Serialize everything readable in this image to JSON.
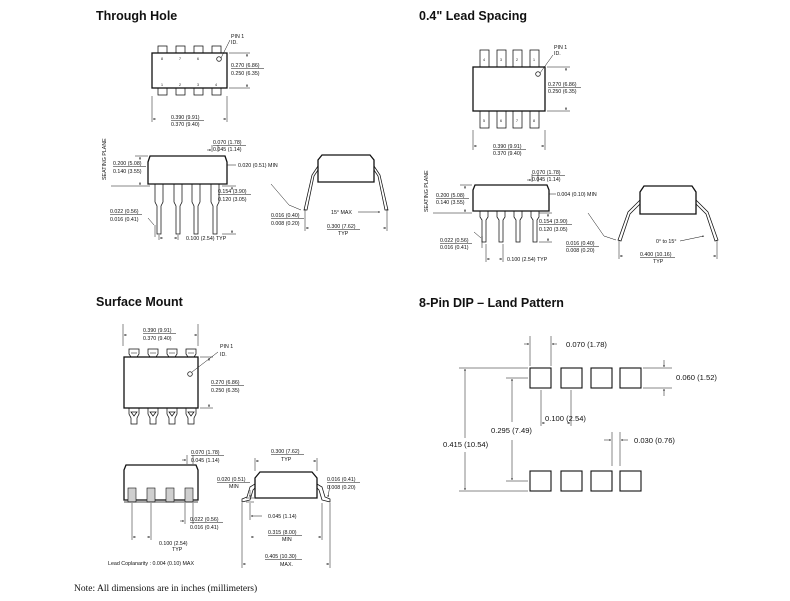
{
  "through_hole": {
    "title": "Through Hole",
    "pin1": [
      "PIN 1",
      "ID."
    ],
    "width": [
      "0.270 (6.86)",
      "0.250 (6.35)"
    ],
    "length": [
      "0.390 (9.91)",
      "0.370 (9.40)"
    ],
    "seating_plane": "SEATING PLANE",
    "height": [
      "0.200 (5.08)",
      "0.140 (3.55)"
    ],
    "shoulder": [
      "0.070 (1.78)",
      "0.045 (1.14)"
    ],
    "standoff": "0.020 (0.51) MIN",
    "lead_length": [
      "0.154 (3.90)",
      "0.120 (3.05)"
    ],
    "lead_width": [
      "0.022 (0.56)",
      "0.016 (0.41)"
    ],
    "pitch": "0.100 (2.54) TYP",
    "lead_thickness": [
      "0.016 (0.40)",
      "0.008 (0.20)"
    ],
    "row_spacing": [
      "0.300 (7.62)",
      "TYP"
    ],
    "angle": "15° MAX",
    "pin_numbers_top": [
      "8",
      "7",
      "6",
      "5"
    ],
    "pin_numbers_bottom": [
      "1",
      "2",
      "3",
      "4"
    ]
  },
  "lead_spacing": {
    "title": "0.4\" Lead Spacing",
    "pin1": [
      "PIN 1",
      "ID."
    ],
    "width": [
      "0.270 (6.86)",
      "0.250 (6.35)"
    ],
    "length": [
      "0.390 (9.91)",
      "0.370 (9.40)"
    ],
    "seating_plane": "SEATING PLANE",
    "height": [
      "0.200 (5.08)",
      "0.140 (3.55)"
    ],
    "shoulder": [
      "0.070 (1.78)",
      "0.045 (1.14)"
    ],
    "standoff": "0.004 (0.10) MIN",
    "lead_length": [
      "0.154 (3.90)",
      "0.120 (3.05)"
    ],
    "lead_width": [
      "0.022 (0.56)",
      "0.016 (0.41)"
    ],
    "pitch": "0.100 (2.54) TYP",
    "lead_thickness": [
      "0.016 (0.40)",
      "0.008 (0.20)"
    ],
    "row_spacing": [
      "0.400 (10.16)",
      "TYP"
    ],
    "angle": "0° to 15°",
    "pin_numbers_top": [
      "4",
      "3",
      "2",
      "1"
    ],
    "pin_numbers_bottom": [
      "5",
      "6",
      "7",
      "8"
    ]
  },
  "surface_mount": {
    "title": "Surface Mount",
    "length": [
      "0.390 (9.91)",
      "0.370 (9.40)"
    ],
    "pin1": [
      "PIN 1",
      "ID."
    ],
    "width": [
      "0.270 (6.86)",
      "0.250 (6.35)"
    ],
    "shoulder": [
      "0.070 (1.78)",
      "0.045 (1.14)"
    ],
    "lead_width": [
      "0.022 (0.56)",
      "0.016 (0.41)"
    ],
    "pitch": [
      "0.100 (2.54)",
      "TYP"
    ],
    "coplanarity": "Lead Coplanarity : 0.004 (0.10) MAX",
    "row_spacing": [
      "0.300 (7.62)",
      "TYP"
    ],
    "standoff": [
      "0.020 (0.51)",
      "MIN"
    ],
    "lead_thickness": [
      "0.016 (0.41)",
      "0.008 (0.20)"
    ],
    "foot_length": "0.045 (1.14)",
    "inner_span": [
      "0.315 (8.00)",
      "MIN"
    ],
    "overall_span": [
      "0.405 (10.30)",
      "MAX."
    ]
  },
  "land_pattern": {
    "title": "8-Pin DIP – Land Pattern",
    "pad_width": "0.070 (1.78)",
    "pad_height": "0.060 (1.52)",
    "pitch": "0.100 (2.54)",
    "row_spacing": "0.295 (7.49)",
    "overall": "0.415 (10.54)",
    "gap": "0.030 (0.76)"
  },
  "note": "Note: All dimensions are in inches (millimeters)"
}
